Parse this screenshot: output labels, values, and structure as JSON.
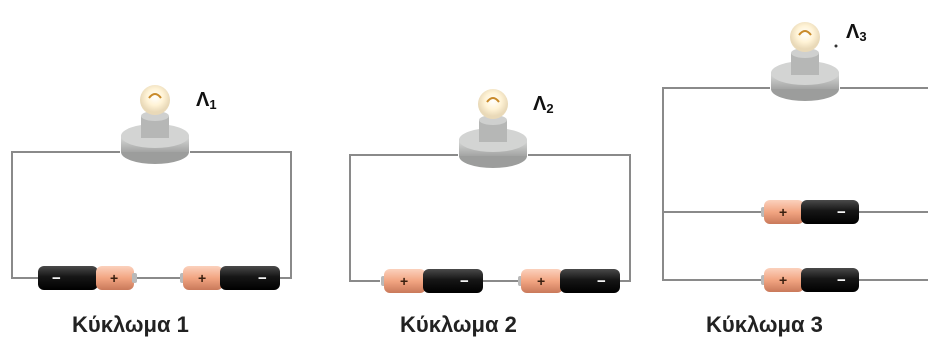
{
  "circuits": [
    {
      "title": "Κύκλωμα 1",
      "lamp": {
        "main": "Λ",
        "sub": "1"
      }
    },
    {
      "title": "Κύκλωμα 2",
      "lamp": {
        "main": "Λ",
        "sub": "2"
      }
    },
    {
      "title": "Κύκλωμα 3",
      "lamp": {
        "main": "Λ",
        "sub": "3"
      }
    }
  ],
  "battery_symbols": {
    "plus": "+",
    "minus": "−"
  },
  "colors": {
    "wire": "#8a8a8a",
    "battery_body": "#1b1b1b",
    "battery_cap": "#f2a582",
    "lamp_base": "#bfc0c0"
  }
}
